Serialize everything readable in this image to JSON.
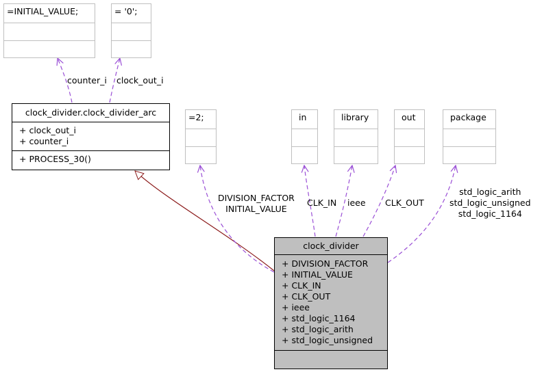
{
  "colors": {
    "dependency_edge": "#9a4fd6",
    "inheritance_edge": "#8b1a1a",
    "grey_border": "#bfbfbf",
    "focus_fill": "#bfbfbf"
  },
  "nodes": {
    "initial_value_node": {
      "title": "=INITIAL_VALUE;"
    },
    "zero_node": {
      "title": "= '0';"
    },
    "arc_node": {
      "title": "clock_divider.clock_divider_arc",
      "attributes": [
        "+ clock_out_i",
        "+ counter_i"
      ],
      "methods": [
        "+ PROCESS_30()"
      ]
    },
    "two_node": {
      "title": "=2;"
    },
    "in_node": {
      "title": "in"
    },
    "library_node": {
      "title": "library"
    },
    "out_node": {
      "title": "out"
    },
    "package_node": {
      "title": "package"
    },
    "clock_divider_node": {
      "title": "clock_divider",
      "attributes": [
        "+ DIVISION_FACTOR",
        "+ INITIAL_VALUE",
        "+ CLK_IN",
        "+ CLK_OUT",
        "+ ieee",
        "+ std_logic_1164",
        "+ std_logic_arith",
        "+ std_logic_unsigned"
      ]
    }
  },
  "edge_labels": {
    "counter_i": "counter_i",
    "clock_out_i": "clock_out_i",
    "division_initial": [
      "DIVISION_FACTOR",
      "INITIAL_VALUE"
    ],
    "clk_in": "CLK_IN",
    "ieee": "ieee",
    "clk_out": "CLK_OUT",
    "std_libs": [
      "std_logic_arith",
      "std_logic_unsigned",
      "std_logic_1164"
    ]
  }
}
